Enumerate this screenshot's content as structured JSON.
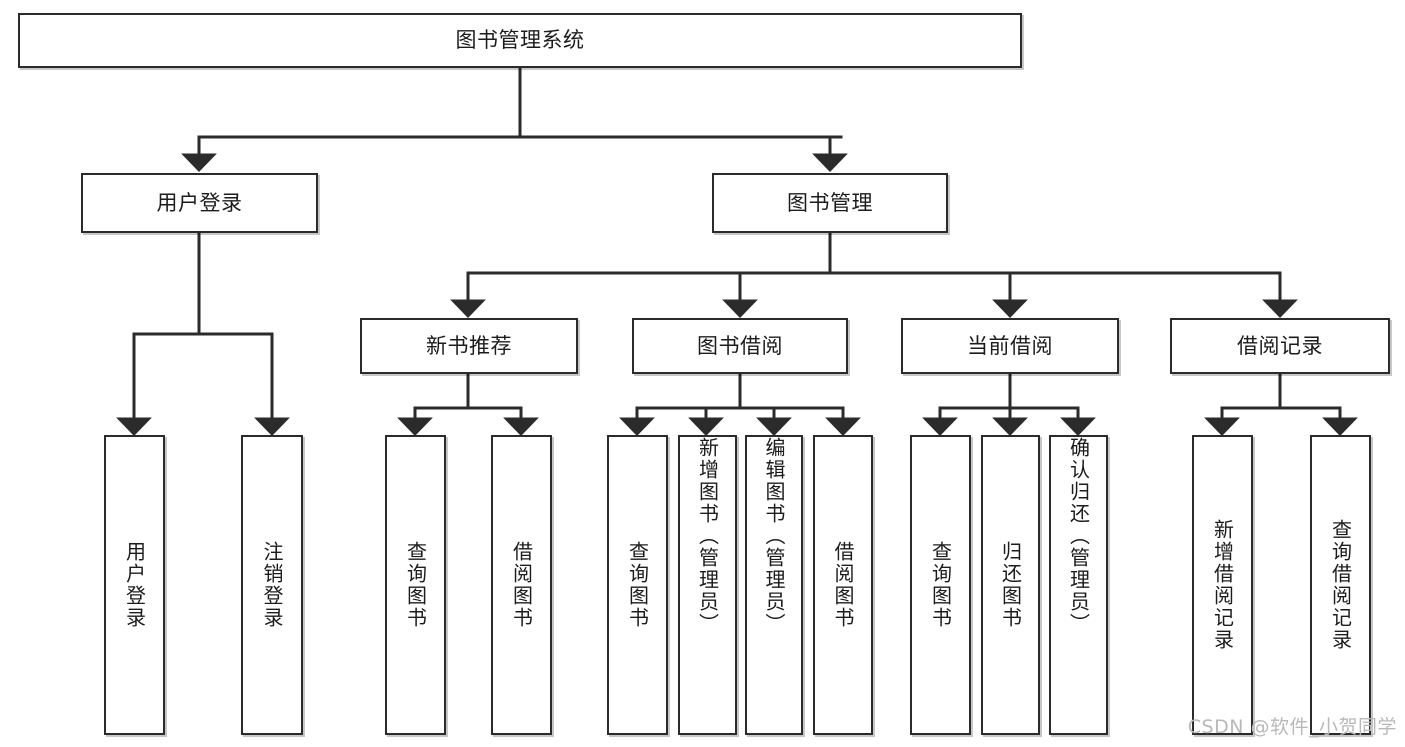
{
  "diagram": {
    "title": "图书管理系统",
    "type": "tree",
    "watermark": "CSDN @软件_小贺同学",
    "colors": {
      "box_border": "#2b2b2b",
      "box_fill": "#ffffff",
      "edge": "#2b2b2b",
      "text": "#1c1c1c",
      "watermark": "#b9b9b9",
      "background": "#ffffff"
    },
    "nodes": {
      "root": {
        "label": "图书管理系统"
      },
      "level2": [
        {
          "label": "用户登录"
        },
        {
          "label": "图书管理"
        }
      ],
      "level3": [
        {
          "label": "新书推荐"
        },
        {
          "label": "图书借阅"
        },
        {
          "label": "当前借阅"
        },
        {
          "label": "借阅记录"
        }
      ],
      "leaves": {
        "user_login": [
          {
            "label": "用户登录"
          },
          {
            "label": "注销登录"
          }
        ],
        "new_book_recommend": [
          {
            "label": "查询图书"
          },
          {
            "label": "借阅图书"
          }
        ],
        "book_borrow": [
          {
            "label": "查询图书"
          },
          {
            "label": "新增图书（管理员）"
          },
          {
            "label": "编辑图书（管理员）"
          },
          {
            "label": "借阅图书"
          }
        ],
        "current_borrow": [
          {
            "label": "查询图书"
          },
          {
            "label": "归还图书"
          },
          {
            "label": "确认归还（管理员）"
          }
        ],
        "borrow_record": [
          {
            "label": "新增借阅记录"
          },
          {
            "label": "查询借阅记录"
          }
        ]
      }
    }
  }
}
